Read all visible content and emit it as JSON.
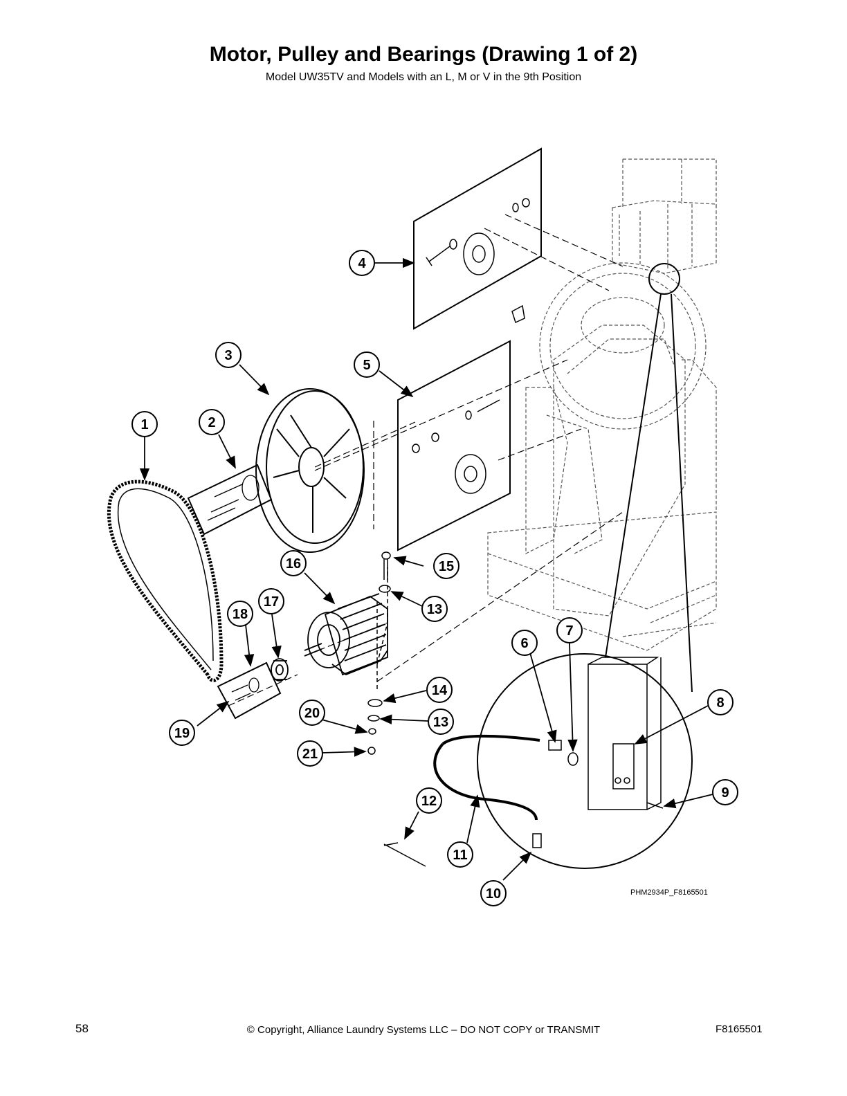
{
  "header": {
    "title": "Motor, Pulley and Bearings (Drawing 1 of 2)",
    "subtitle": "Model UW35TV and Models with an L, M or V in the 9th Position"
  },
  "diagram": {
    "drawing_code": "PHM2934P_F8165501",
    "callouts": [
      "1",
      "2",
      "3",
      "4",
      "5",
      "6",
      "7",
      "8",
      "9",
      "10",
      "11",
      "12",
      "13",
      "13",
      "14",
      "15",
      "16",
      "17",
      "18",
      "19",
      "20",
      "21"
    ]
  },
  "footer": {
    "page_number": "58",
    "copyright": "© Copyright, Alliance Laundry Systems LLC – DO NOT COPY or TRANSMIT",
    "doc_code": "F8165501"
  }
}
